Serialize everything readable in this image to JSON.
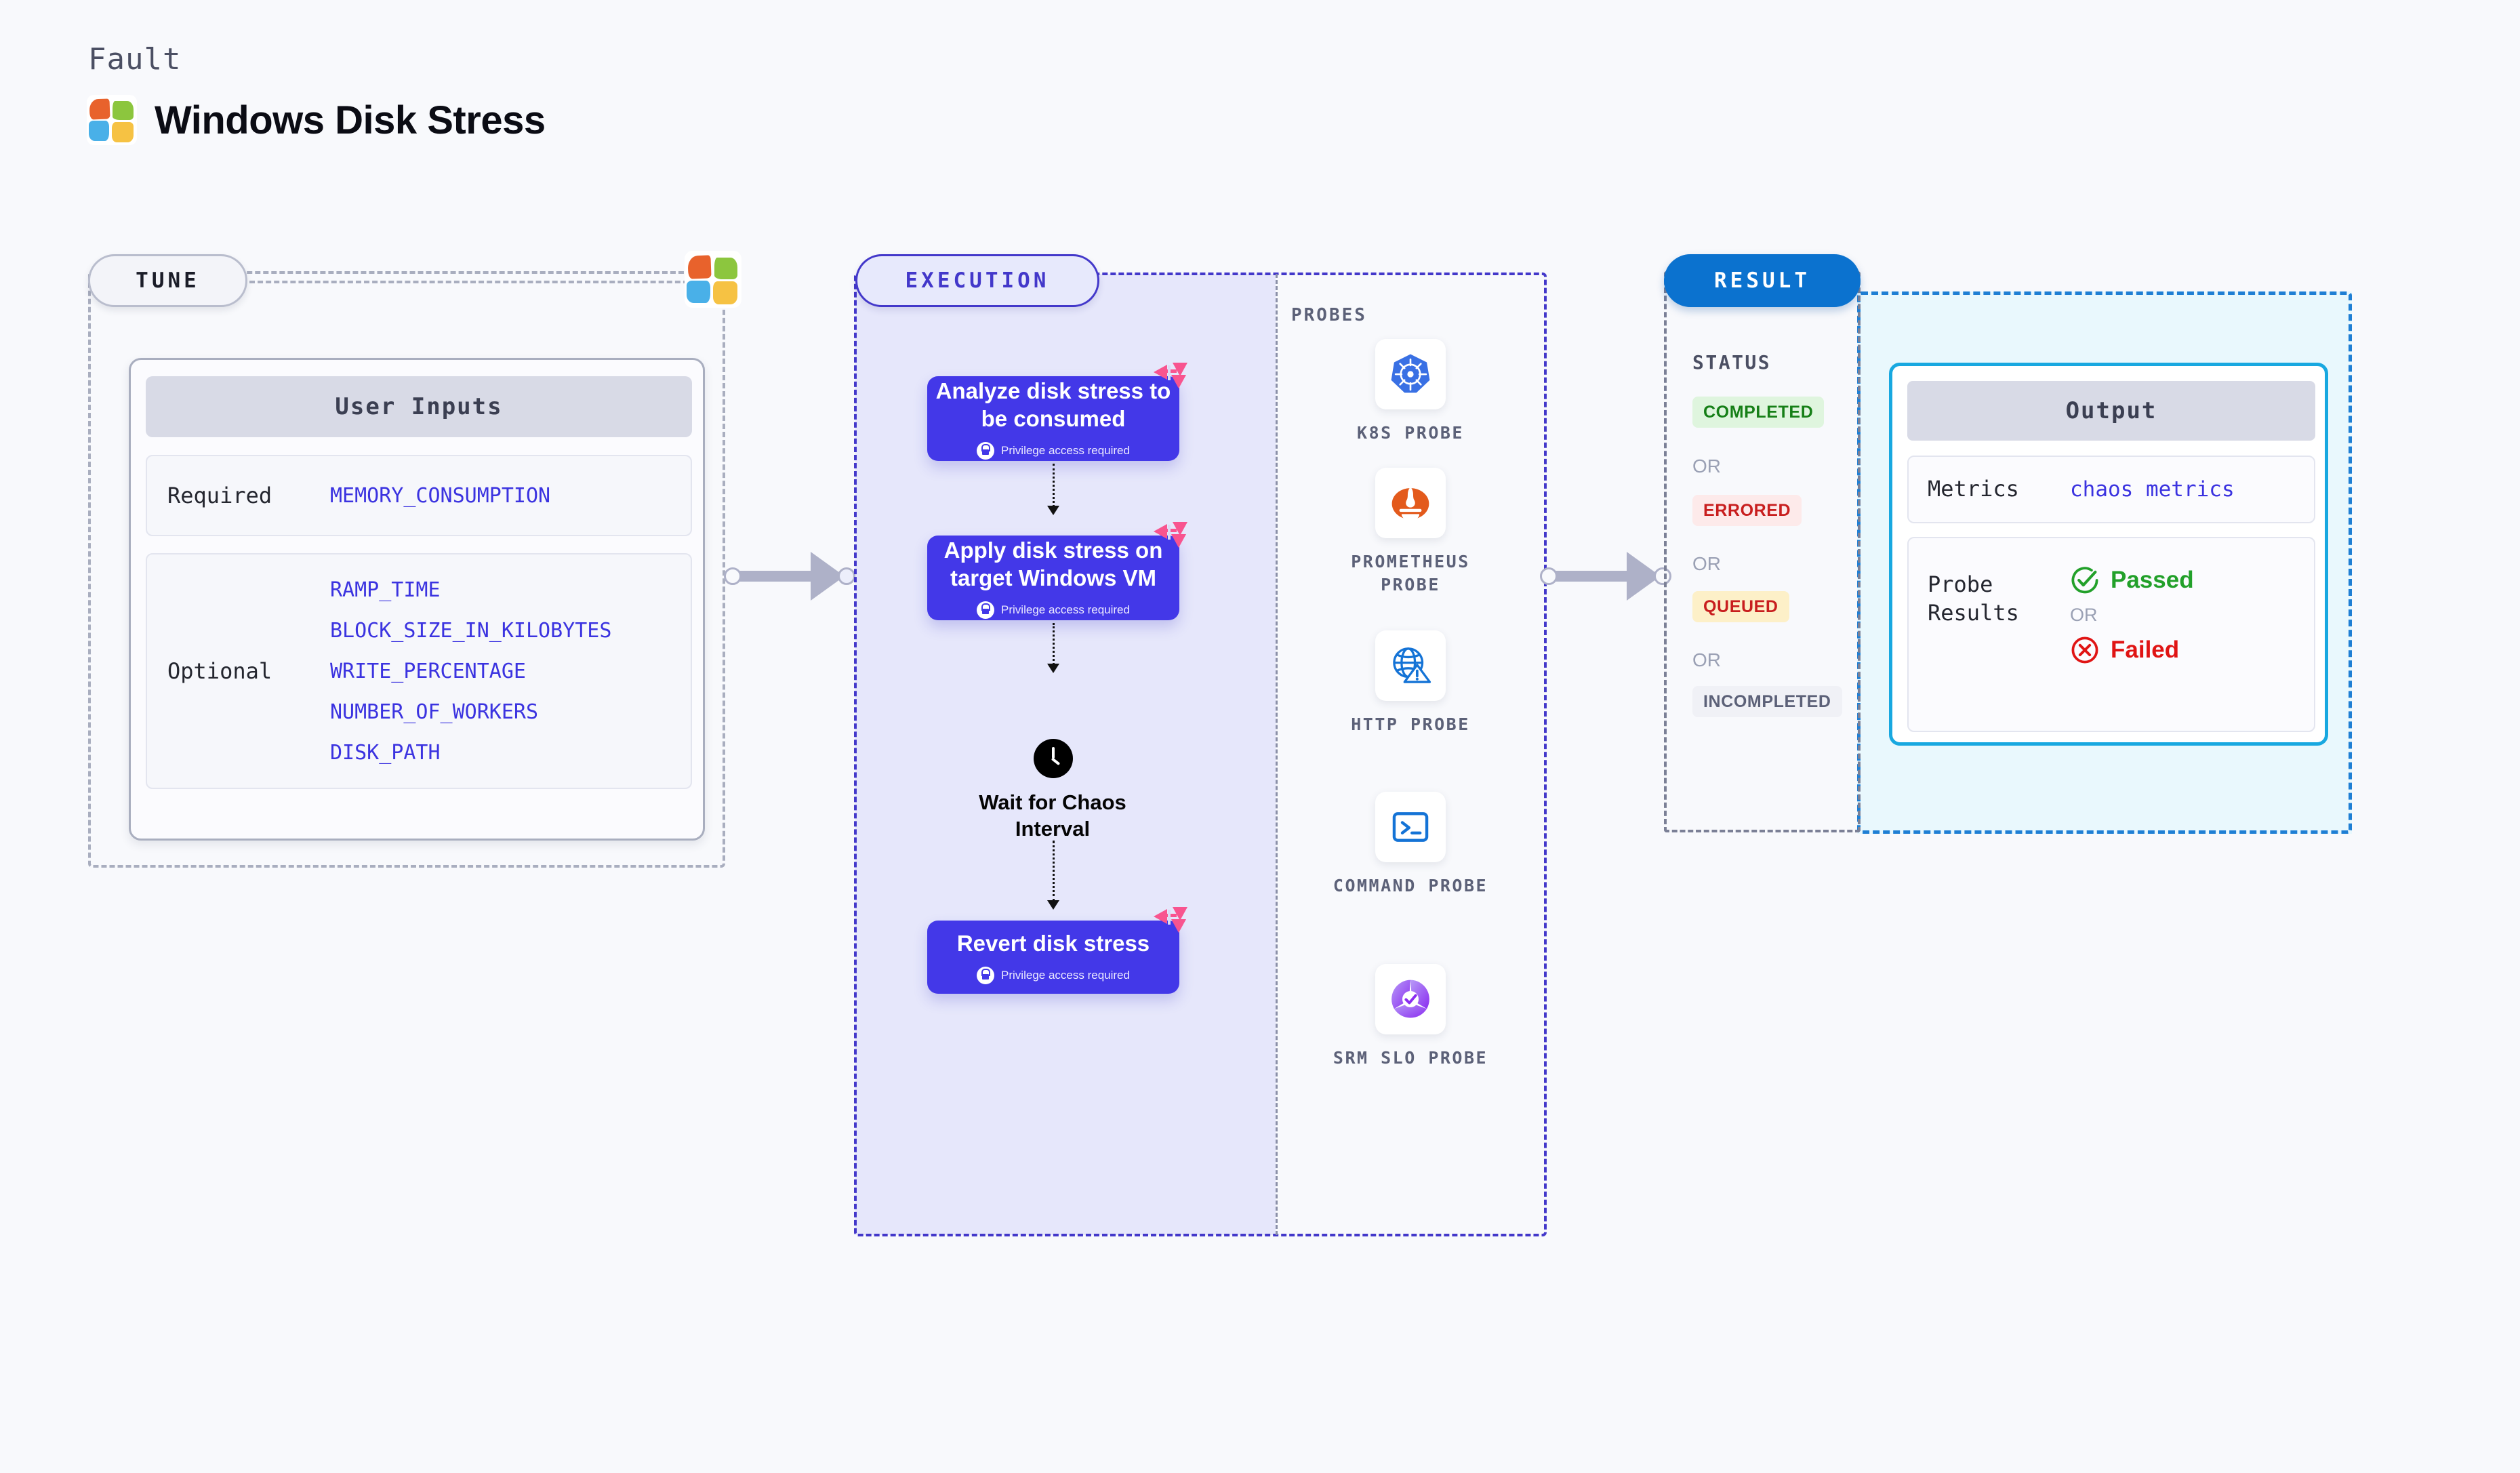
{
  "header": {
    "kicker": "Fault",
    "title": "Windows Disk Stress",
    "logo": "windows-logo"
  },
  "tune": {
    "pill_label": "TUNE",
    "card_title": "User Inputs",
    "required": {
      "label": "Required",
      "values": [
        "MEMORY_CONSUMPTION"
      ]
    },
    "optional": {
      "label": "Optional",
      "values": [
        "RAMP_TIME",
        "BLOCK_SIZE_IN_KILOBYTES",
        "WRITE_PERCENTAGE",
        "NUMBER_OF_WORKERS",
        "DISK_PATH"
      ]
    }
  },
  "execution": {
    "pill_label": "EXECUTION",
    "privilege_note": "Privilege access required",
    "steps": [
      {
        "title": "Analyze disk stress to be consumed",
        "privilege": true,
        "badge": "litmus-chaos-badge"
      },
      {
        "title": "Apply disk stress on target Windows VM",
        "privilege": true,
        "badge": "litmus-chaos-badge"
      }
    ],
    "wait": {
      "label": "Wait for Chaos Interval",
      "icon": "clock-icon"
    },
    "final_step": {
      "title": "Revert disk stress",
      "privilege": true,
      "badge": "litmus-chaos-badge"
    },
    "probes_title": "PROBES",
    "probes": [
      {
        "label": "K8S PROBE",
        "icon": "kubernetes-icon"
      },
      {
        "label": "PROMETHEUS PROBE",
        "icon": "prometheus-icon"
      },
      {
        "label": "HTTP PROBE",
        "icon": "http-globe-warning-icon"
      },
      {
        "label": "COMMAND PROBE",
        "icon": "terminal-icon"
      },
      {
        "label": "SRM SLO PROBE",
        "icon": "srm-slo-icon"
      }
    ]
  },
  "result": {
    "pill_label": "RESULT",
    "status_title": "STATUS",
    "or_label": "OR",
    "statuses": [
      {
        "label": "COMPLETED",
        "bg": "#dff5de",
        "fg": "#167f17"
      },
      {
        "label": "ERRORED",
        "bg": "#fdeaea",
        "fg": "#c81e1e"
      },
      {
        "label": "QUEUED",
        "bg": "#fdf0c8",
        "fg": "#c81e1e"
      },
      {
        "label": "INCOMPLETED",
        "bg": "#f0f1f6",
        "fg": "#5c6178"
      }
    ],
    "output": {
      "title": "Output",
      "metrics_label": "Metrics",
      "metrics_value": "chaos metrics",
      "probe_results_label": "Probe Results",
      "passed_label": "Passed",
      "failed_label": "Failed",
      "or_label": "OR"
    }
  },
  "colors": {
    "accent_purple": "#4338e8",
    "accent_blue": "#0b72cf",
    "cyan_border": "#18a8e0",
    "badge_pink": "#f8548f",
    "mono_blue": "#3b33e0",
    "page_bg": "#f8f9fc"
  }
}
